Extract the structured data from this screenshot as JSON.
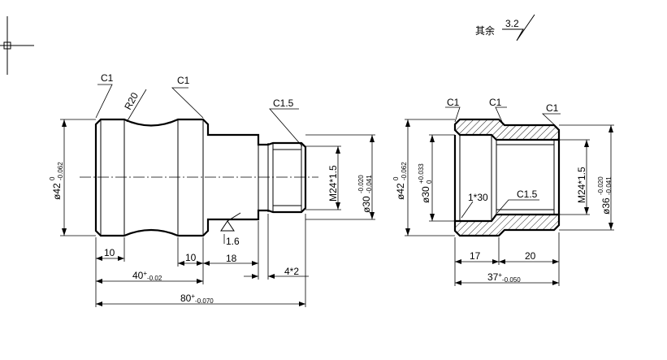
{
  "surface_finish": {
    "prefix": "其余",
    "value": "3.2"
  },
  "shaft": {
    "chamfer_left": "C1",
    "radius": "R20",
    "chamfer_mid": "C1",
    "chamfer_thread": "C1.5",
    "dia_main": {
      "main": "ø42",
      "upper": "0",
      "lower": "-0.062"
    },
    "thread": "M24*1.5",
    "dia_30": {
      "main": "ø30",
      "upper": "-0.020",
      "lower": "-0.041"
    },
    "roughness": "1.6",
    "dim_10a": "10",
    "dim_10b": "10",
    "dim_18": "18",
    "groove": "4*2",
    "dim_40": {
      "main": "40",
      "tol": "-0.02"
    },
    "dim_80": {
      "main": "80",
      "tol": "-0.070"
    }
  },
  "sleeve": {
    "chamfer_left": "C1",
    "chamfer_mid": "C1",
    "chamfer_right": "C1",
    "dia_outer": {
      "main": "ø42",
      "upper": "0",
      "lower": "-0.062"
    },
    "dia_bore": {
      "main": "ø30",
      "upper": "+0.033",
      "lower": "0"
    },
    "chamfer_bore": "1*30",
    "chamfer_thread": "C1.5",
    "thread": "M24*1.5",
    "dia_36": {
      "main": "ø36",
      "upper": "-0.020",
      "lower": "-0.041"
    },
    "dim_17": "17",
    "dim_20": "20",
    "dim_37": {
      "main": "37",
      "tol": "-0.050"
    }
  }
}
